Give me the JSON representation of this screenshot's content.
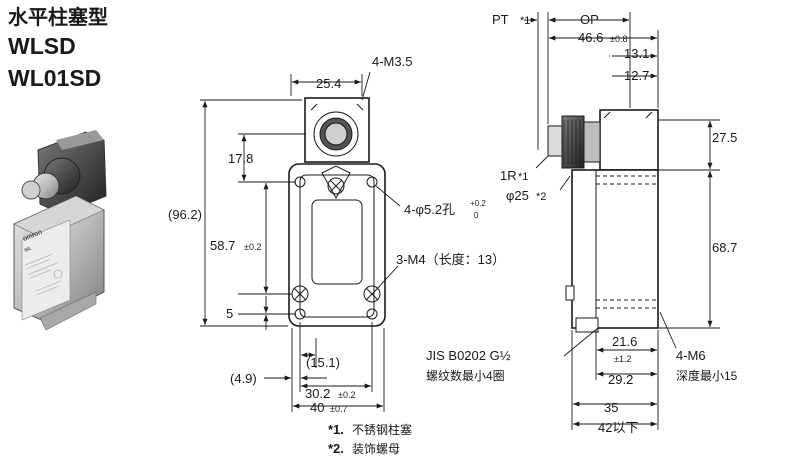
{
  "title": {
    "cn": "水平柱塞型",
    "model1": "WLSD",
    "model2": "WL01SD"
  },
  "photo": {
    "brand": "omron",
    "label1": "WL"
  },
  "front": {
    "d_top_width": "25.4",
    "d_top_screw": "4-M3.5",
    "d_178": "17.8",
    "d_962": "(96.2)",
    "d_587": "58.7",
    "d_587_tol": "±0.2",
    "d_5": "5",
    "d_hole": "4-φ5.2孔",
    "d_hole_tol_plus": "+0.2",
    "d_hole_tol_zero": "0",
    "d_m4": "3-M4（长度：13）",
    "d_151": "(15.1)",
    "d_49": "(4.9)",
    "d_302": "30.2",
    "d_302_tol": "±0.2",
    "d_40": "40",
    "d_40_tol": "±0.7"
  },
  "side": {
    "pt": "PT",
    "star1": "*1",
    "op": "OP",
    "d_466": "46.6",
    "d_466_tol": "±0.8",
    "d_131": "13.1",
    "d_127": "12.7",
    "d_275": "27.5",
    "d_1r": "1R",
    "d_1r_star": "*1",
    "d_phi25": "φ25",
    "d_phi25_star": "*2",
    "d_687": "68.7",
    "d_216": "21.6",
    "d_216_tol": "±1.2",
    "d_292": "29.2",
    "d_35": "35",
    "d_42": "42以下",
    "m6": "4-M6",
    "m6_depth": "深度最小15",
    "jis": "JIS B0202 G½",
    "jis2": "螺纹数最小4圈"
  },
  "notes": [
    {
      "mark": "*1.",
      "text": "不锈钢柱塞"
    },
    {
      "mark": "*2.",
      "text": "装饰螺母"
    }
  ]
}
